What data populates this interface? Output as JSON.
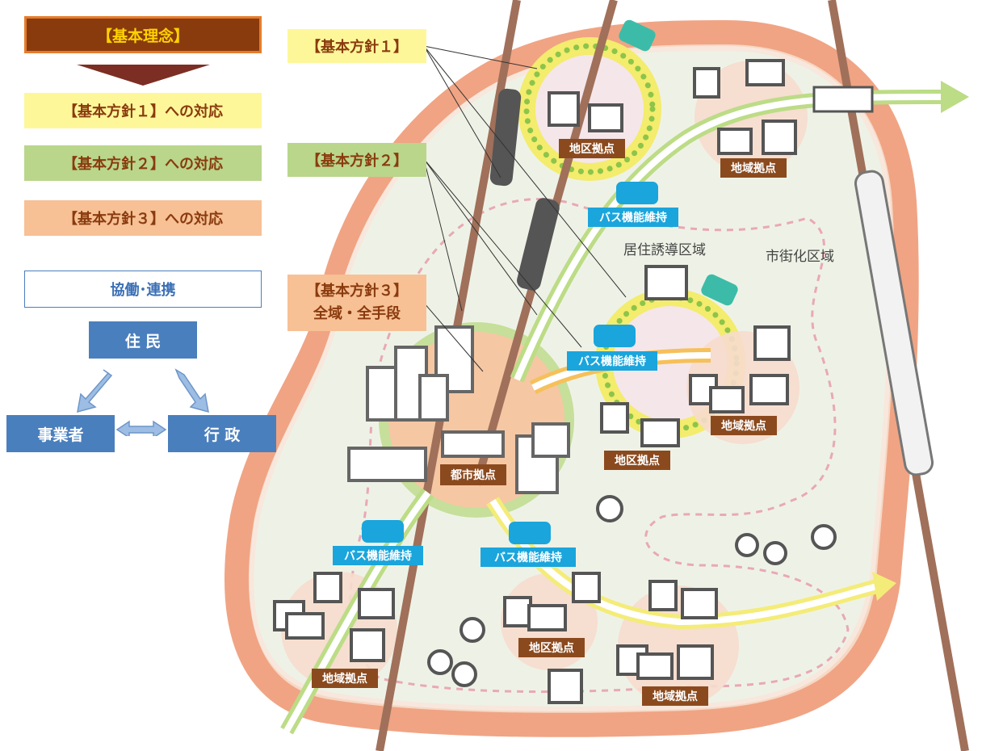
{
  "legend": {
    "basic_philosophy": "【基本理念】",
    "response_1": "【基本方針１】への対応",
    "response_2": "【基本方針２】への対応",
    "response_3": "【基本方針３】への対応"
  },
  "collaboration": {
    "title": "協働･連携",
    "residents": "住 民",
    "businesses": "事業者",
    "administration": "行 政"
  },
  "policy_tags": {
    "policy_1": "【基本方針１】",
    "policy_2": "【基本方針２】",
    "policy_3_line1": "【基本方針３】",
    "policy_3_line2": "全域・全手段"
  },
  "map_labels": {
    "residence_area": "居住誘導区域",
    "urbanization_area": "市街化区域",
    "city_hub": "都市拠点",
    "district_hub": "地区拠点",
    "regional_hub": "地域拠点",
    "bus_function": "バス機能維持"
  },
  "colors": {
    "philosophy_box": "#8a3b0e",
    "philosophy_text": "#ffd200",
    "policy1_bg": "#fdf79a",
    "policy2_bg": "#b9d68b",
    "policy3_bg": "#f7c095",
    "policy_text": "#8a3b0e",
    "actor_blue": "#4a7fbd",
    "bus_blue": "#1aa5dc",
    "hub_brown": "#8b4a1e",
    "city_outline": "#f2a68a",
    "city_fill": "#eef2e6"
  }
}
